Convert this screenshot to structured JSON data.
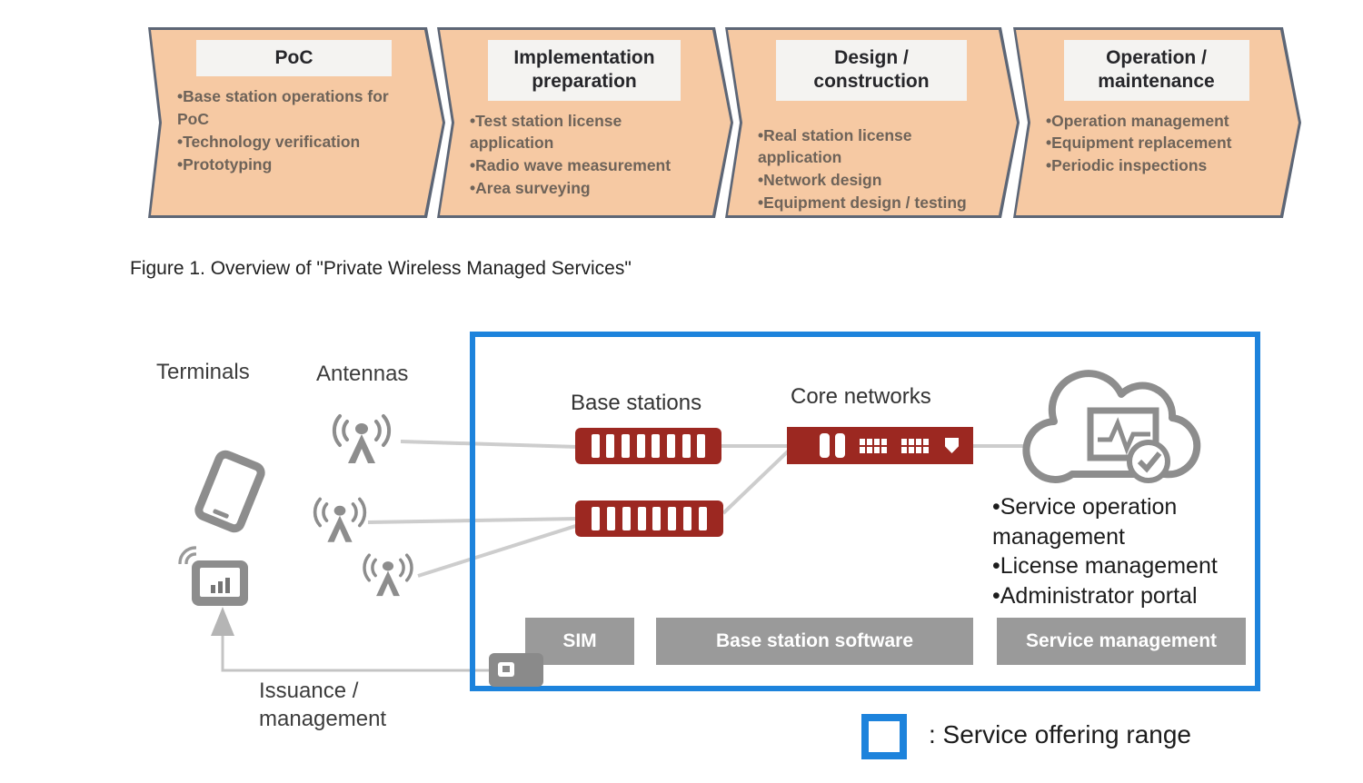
{
  "caption": "Figure 1. Overview of \"Private Wireless Managed Services\"",
  "phases": [
    {
      "title": "PoC",
      "items": [
        "•Base station operations for PoC",
        "•Technology verification",
        "•Prototyping"
      ]
    },
    {
      "title": "Implementation preparation",
      "items": [
        "•Test station license application",
        "•Radio wave measurement",
        "•Area surveying"
      ]
    },
    {
      "title": "Design / construction",
      "items": [
        "•Real station license application",
        "•Network design",
        "•Equipment design / testing"
      ]
    },
    {
      "title": "Operation / maintenance",
      "items": [
        "•Operation management",
        "•Equipment replacement",
        "•Periodic inspections"
      ]
    }
  ],
  "diagram": {
    "labels": {
      "terminals": "Terminals",
      "antennas": "Antennas",
      "base_stations": "Base stations",
      "core_networks": "Core networks",
      "issuance_line1": "Issuance /",
      "issuance_line2": "management"
    },
    "boxes": {
      "sim": "SIM",
      "base_station_software": "Base station software",
      "service_management": "Service management"
    },
    "cloud_services": [
      "•Service operation management",
      "•License management",
      "•Administrator portal"
    ],
    "legend_label": ": Service offering range"
  },
  "colors": {
    "phase_fill": "#f6c9a3",
    "phase_border": "#5d6676",
    "accent_blue": "#1d83dc",
    "equipment_red": "#9c2821",
    "box_gray": "#9a9a9a",
    "icon_gray": "#8d8d8d",
    "line_gray": "#cdcdcd"
  }
}
